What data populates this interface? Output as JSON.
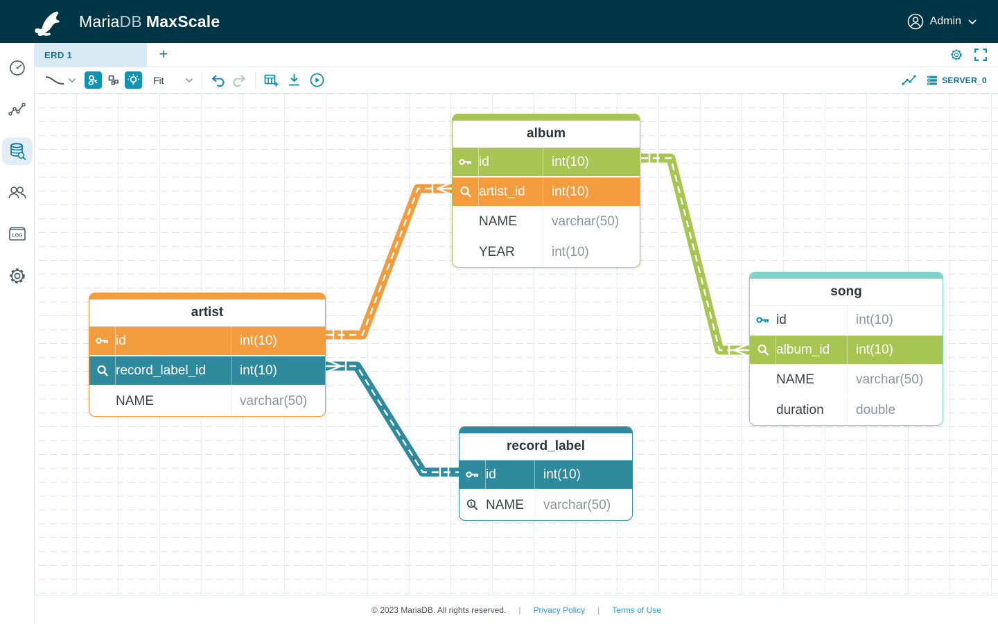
{
  "header": {
    "brand": "Maria",
    "brand_suffix": "DB",
    "product": "MaxScale",
    "user": {
      "name": "Admin"
    }
  },
  "tabs": {
    "active_label": "ERD 1",
    "add_label": "+"
  },
  "toolbar": {
    "fit_label": "Fit",
    "server_label": "SERVER_0"
  },
  "sidebar": {
    "items": [
      {
        "name": "dashboard"
      },
      {
        "name": "visualization"
      },
      {
        "name": "query-editor",
        "active": true
      },
      {
        "name": "users"
      },
      {
        "name": "logs",
        "badge_text": "LOG"
      },
      {
        "name": "settings"
      }
    ],
    "logs_icon_text": "LOG"
  },
  "colors": {
    "brand_dark": "#003545",
    "accent_teal": "#1191b4",
    "green": "#a8c553",
    "orange": "#f39c3d",
    "teal": "#2e8a9c",
    "mint": "#7fd1c9",
    "link_blue": "#2c9cd7"
  },
  "erd": {
    "tables": [
      {
        "name": "album",
        "color": "#a8c553",
        "columns": [
          {
            "icon": "primary-key",
            "name": "id",
            "type": "int(10)"
          },
          {
            "icon": "foreign-key",
            "name": "artist_id",
            "type": "int(10)"
          },
          {
            "icon": null,
            "name": "NAME",
            "type": "varchar(50)"
          },
          {
            "icon": null,
            "name": "YEAR",
            "type": "int(10)"
          }
        ]
      },
      {
        "name": "artist",
        "color": "#f39c3d",
        "columns": [
          {
            "icon": "primary-key",
            "name": "id",
            "type": "int(10)"
          },
          {
            "icon": "foreign-key",
            "name": "record_label_id",
            "type": "int(10)"
          },
          {
            "icon": null,
            "name": "NAME",
            "type": "varchar(50)"
          }
        ]
      },
      {
        "name": "song",
        "color": "#7fd1c9",
        "columns": [
          {
            "icon": "primary-key",
            "name": "id",
            "type": "int(10)"
          },
          {
            "icon": "foreign-key",
            "name": "album_id",
            "type": "int(10)"
          },
          {
            "icon": null,
            "name": "NAME",
            "type": "varchar(50)"
          },
          {
            "icon": null,
            "name": "duration",
            "type": "double"
          }
        ]
      },
      {
        "name": "record_label",
        "color": "#2e8a9c",
        "columns": [
          {
            "icon": "primary-key",
            "name": "id",
            "type": "int(10)"
          },
          {
            "icon": "unique-key",
            "name": "NAME",
            "type": "varchar(50)"
          }
        ]
      }
    ],
    "relationships": [
      {
        "from": "artist.id",
        "to": "album.artist_id",
        "from_cardinality": "one",
        "to_cardinality": "many",
        "color": "#f39c3d"
      },
      {
        "from": "album.id",
        "to": "song.album_id",
        "from_cardinality": "one",
        "to_cardinality": "many",
        "color": "#a8c553"
      },
      {
        "from": "record_label.id",
        "to": "artist.record_label_id",
        "from_cardinality": "one",
        "to_cardinality": "many",
        "color": "#2e8a9c"
      }
    ]
  },
  "footer": {
    "copyright": "© 2023 MariaDB. All rights reserved.",
    "separator": "|",
    "privacy_label": "Privacy Policy",
    "terms_label": "Terms of Use"
  }
}
